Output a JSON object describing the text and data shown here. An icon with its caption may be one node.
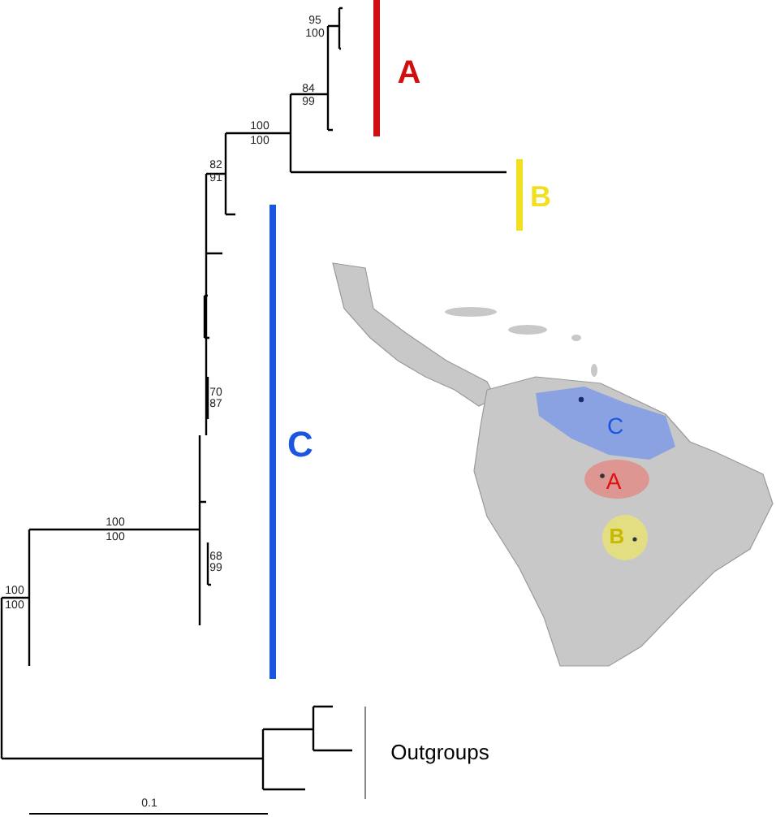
{
  "diagram": {
    "labels": [
      "95",
      "100",
      "A",
      "84",
      "99",
      "100",
      "100",
      "82",
      "91",
      "B",
      "70",
      "87",
      "C",
      "C",
      "A",
      "100",
      "100",
      "B",
      "68",
      "99",
      "100",
      "100",
      "Outgroups",
      "0.1"
    ]
  }
}
